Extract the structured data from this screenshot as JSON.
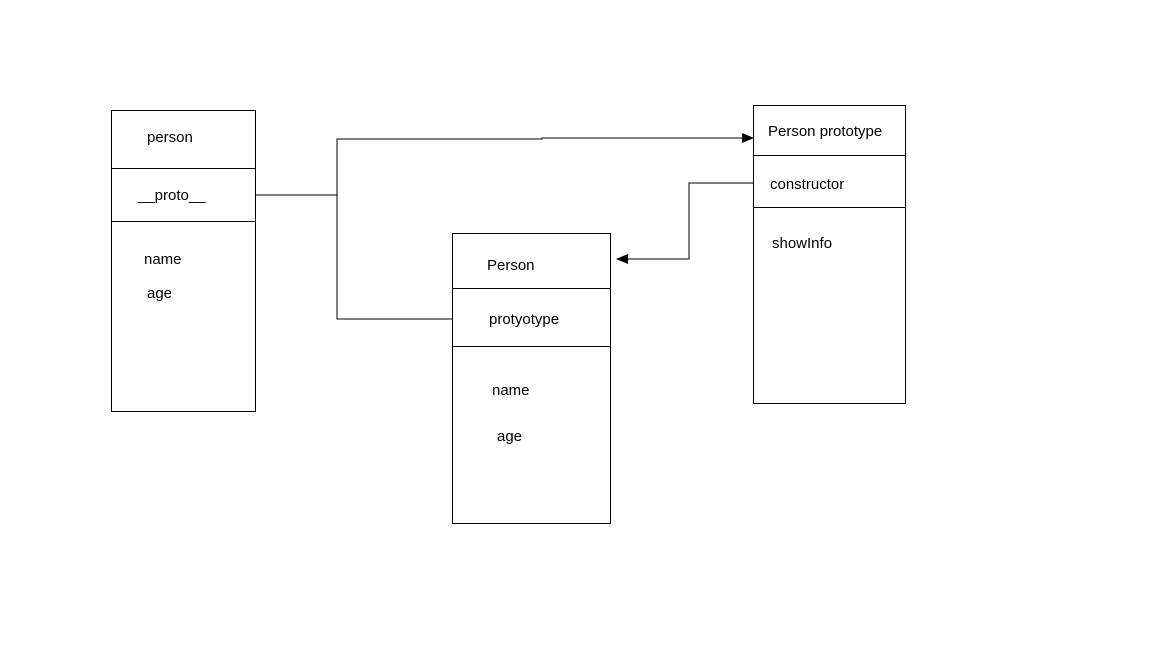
{
  "person_box": {
    "title": "person",
    "proto_label": "__proto__",
    "fields": [
      "name",
      "age"
    ]
  },
  "constructor_box": {
    "title": "Person",
    "prototype_label": "protyotype",
    "fields": [
      "name",
      "age"
    ]
  },
  "prototype_box": {
    "title": "Person prototype",
    "constructor_label": "constructor",
    "methods": [
      "showInfo"
    ]
  },
  "colors": {
    "stroke": "#000000",
    "background": "#ffffff"
  }
}
